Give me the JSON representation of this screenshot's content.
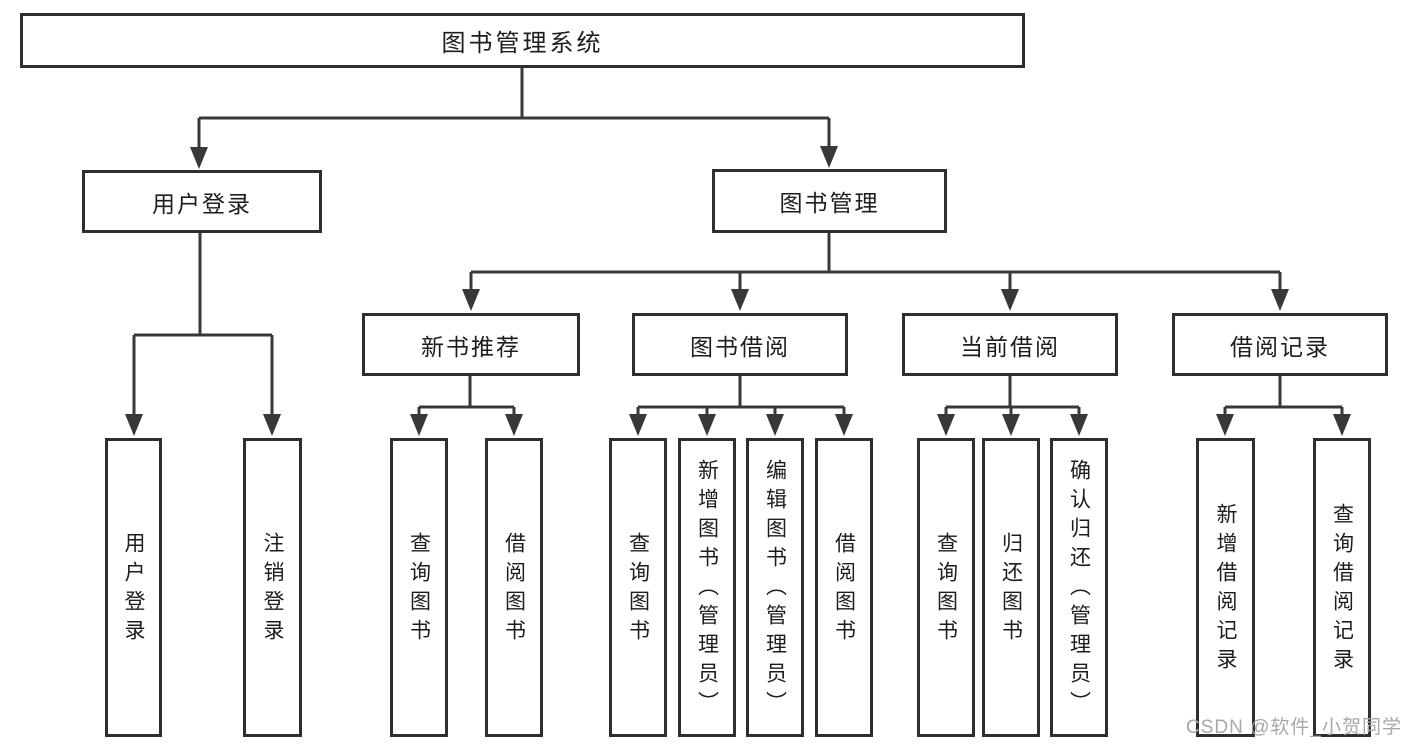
{
  "diagram": {
    "title_note": "functional structure diagram",
    "colors": {
      "line": "#383838",
      "box_border": "#2e2e2e",
      "box_fill": "#ffffff",
      "text": "#1d1d1d",
      "watermark": "#a8a8a8",
      "background": "#ffffff"
    },
    "nodes": {
      "root": "图书管理系统",
      "login": "用户登录",
      "manage": "图书管理",
      "login_children": [
        "用户登录",
        "注销登录"
      ],
      "groups": [
        {
          "label": "新书推荐",
          "children": [
            "查询图书",
            "借阅图书"
          ]
        },
        {
          "label": "图书借阅",
          "children": [
            "查询图书",
            "新增图书（管理员）",
            "编辑图书（管理员）",
            "借阅图书"
          ]
        },
        {
          "label": "当前借阅",
          "children": [
            "查询图书",
            "归还图书",
            "确认归还（管理员）"
          ]
        },
        {
          "label": "借阅记录",
          "children": [
            "新增借阅记录",
            "查询借阅记录"
          ]
        }
      ]
    },
    "watermark": "CSDN @软件_小贺同学"
  }
}
